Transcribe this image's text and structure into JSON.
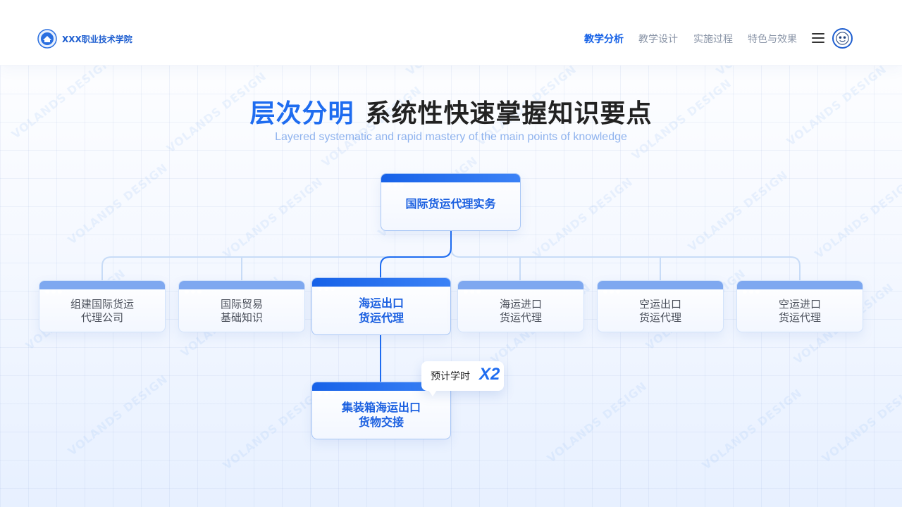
{
  "header": {
    "school_name": "XXX职业技术学院",
    "nav": [
      "教学分析",
      "教学设计",
      "实施过程",
      "特色与效果"
    ],
    "active_nav": "教学分析"
  },
  "title": {
    "accent": "层次分明",
    "main": "系统性快速掌握知识要点",
    "subtitle": "Layered systematic and rapid mastery of the main points of knowledge"
  },
  "diagram": {
    "root": "国际货运代理实务",
    "children": [
      {
        "line1": "组建国际货运",
        "line2": "代理公司"
      },
      {
        "line1": "国际贸易",
        "line2": "基础知识"
      },
      {
        "line1": "海运出口",
        "line2": "货运代理",
        "highlight": true
      },
      {
        "line1": "海运进口",
        "line2": "货运代理"
      },
      {
        "line1": "空运出口",
        "line2": "货运代理"
      },
      {
        "line1": "空运进口",
        "line2": "货运代理"
      }
    ],
    "leaf": {
      "line1": "集装箱海运出口",
      "line2": "货物交接"
    },
    "badge": {
      "text": "预计学时",
      "multiplier": "X2"
    }
  },
  "watermark": "VOLANDS DESIGN",
  "colors": {
    "accent": "#1e6cf0",
    "title": "#222222",
    "subtitle": "#8fb3ee",
    "node_bar": "#7ea8f0"
  }
}
